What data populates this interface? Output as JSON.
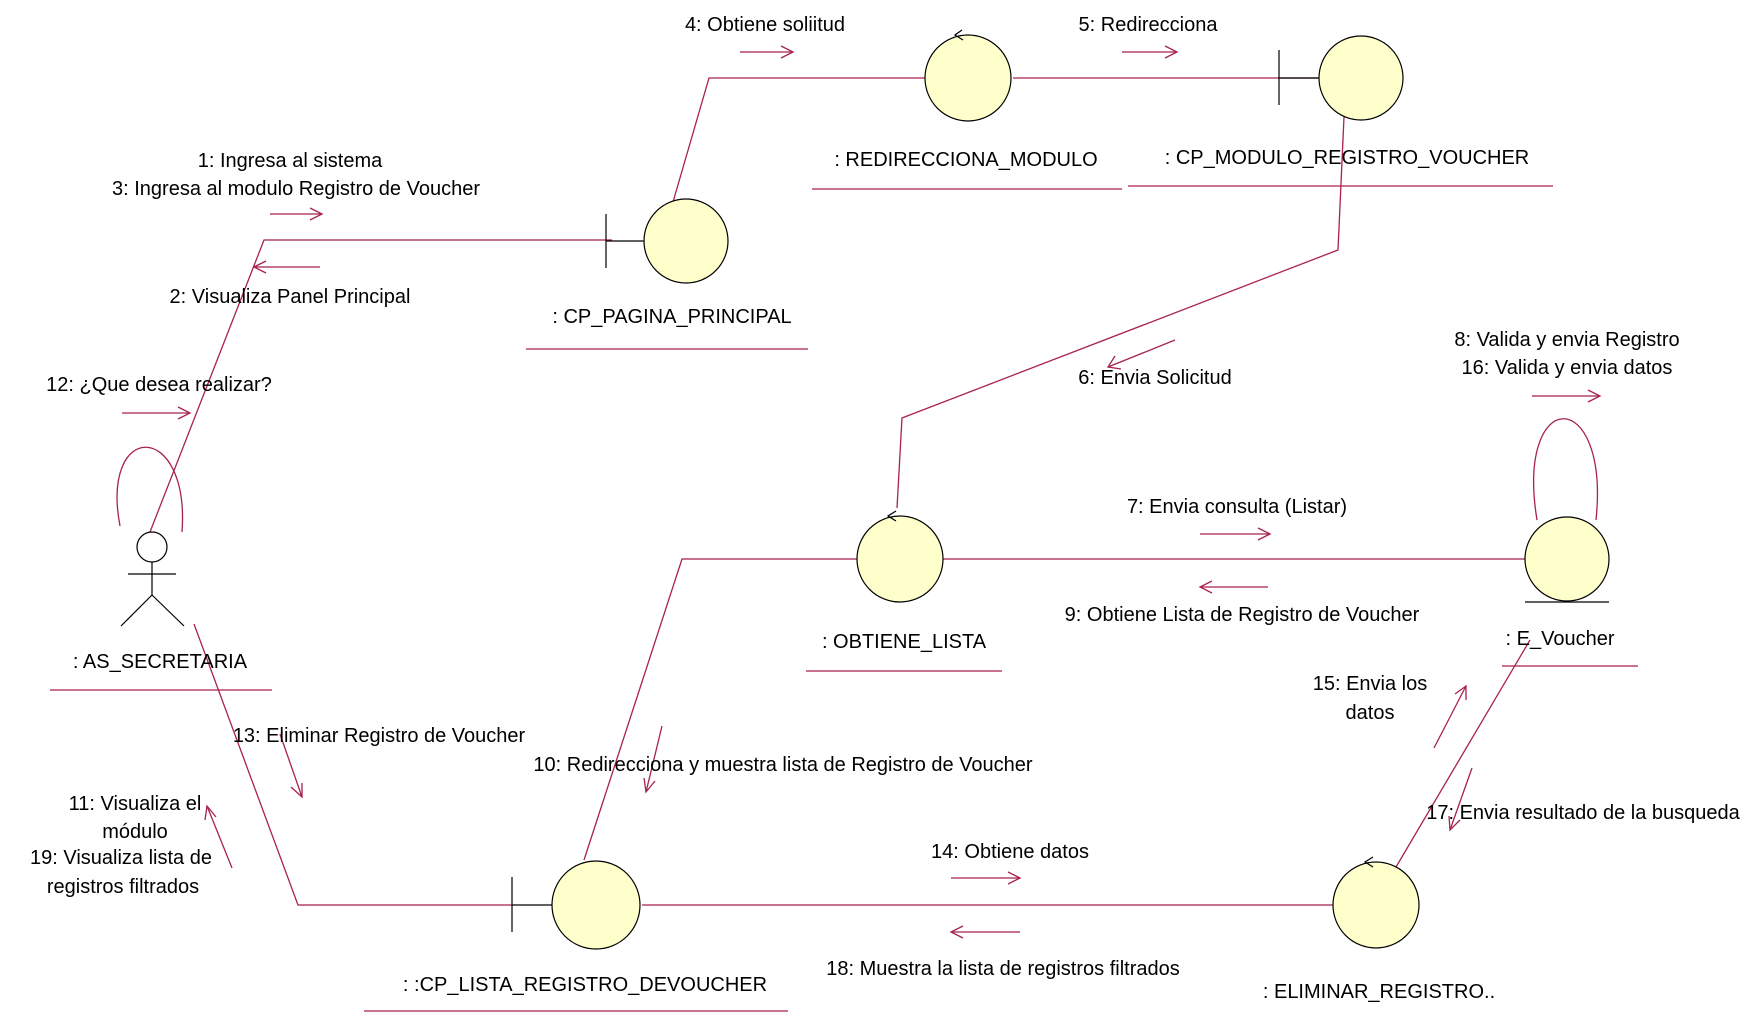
{
  "colors": {
    "link": "#a8224e",
    "object_fill": "#ffffcc",
    "outline": "#000000",
    "background": "#ffffff"
  },
  "objects": {
    "secretaria": ": AS_SECRETARIA",
    "pagina_principal": ": CP_PAGINA_PRINCIPAL",
    "redirecciona_modulo": ": REDIRECCIONA_MODULO",
    "modulo_registro_voucher": ": CP_MODULO_REGISTRO_VOUCHER",
    "obtiene_lista": ": OBTIENE_LISTA",
    "e_voucher": ": E_Voucher",
    "lista_registro": ": :CP_LISTA_REGISTRO_DEVOUCHER",
    "eliminar_registro": ": ELIMINAR_REGISTRO.."
  },
  "messages": {
    "m1": "1: Ingresa al sistema",
    "m3": "3: Ingresa al modulo Registro de Voucher",
    "m2": "2: Visualiza Panel Principal",
    "m4": "4: Obtiene soliitud",
    "m5": "5: Redirecciona",
    "m6": "6: Envia Solicitud",
    "m7": "7: Envia consulta (Listar)",
    "m8": "8: Valida y envia Registro",
    "m16": "16: Valida y envia datos",
    "m9": "9: Obtiene Lista de Registro de Voucher",
    "m10": "10: Redirecciona y muestra lista de Registro de Voucher",
    "m11a": "11: Visualiza el",
    "m11b": "módulo",
    "m19a": "19: Visualiza lista de",
    "m19b": "registros filtrados",
    "m12": "12: ¿Que desea realizar?",
    "m13": "13: Eliminar Registro de Voucher",
    "m14": "14: Obtiene datos",
    "m15a": "15: Envia los",
    "m15b": "datos",
    "m17": "17: Envia resultado de la busqueda",
    "m18": "18: Muestra la lista de registros filtrados"
  }
}
